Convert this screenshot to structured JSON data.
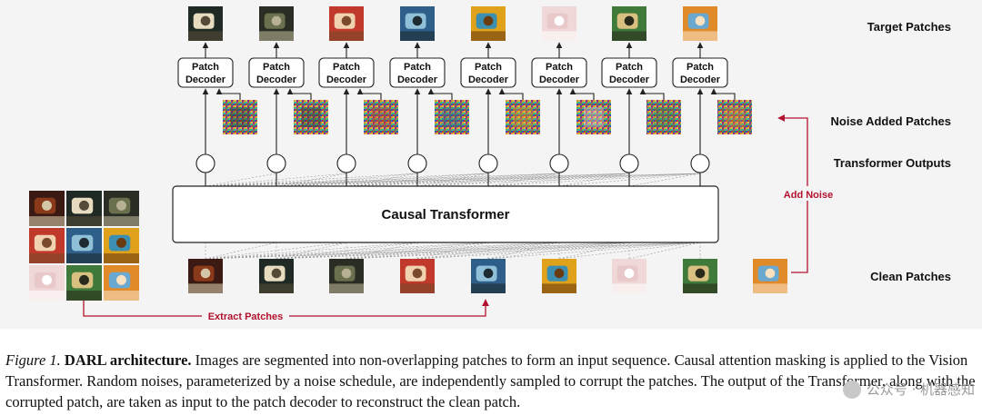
{
  "labels": {
    "target_patches": "Target Patches",
    "noise_added_patches": "Noise Added Patches",
    "transformer_outputs": "Transformer Outputs",
    "clean_patches": "Clean Patches",
    "add_noise": "Add Noise",
    "extract_patches": "Extract Patches",
    "causal_transformer": "Causal Transformer",
    "decoder_line1": "Patch",
    "decoder_line2": "Decoder"
  },
  "decoder_count": 8,
  "clean_patch_count": 9,
  "colors": {
    "accent_red": "#b3122e",
    "box_stroke": "#222222",
    "background_band": "#f2f2f2"
  },
  "clean_patches": [
    {
      "name": "flower-red",
      "colors": [
        "#3a1a12",
        "#8a3a1a",
        "#d4c7a8"
      ]
    },
    {
      "name": "dark-cream",
      "colors": [
        "#1f2a24",
        "#e8dcc0",
        "#554a38"
      ]
    },
    {
      "name": "dark-leaf",
      "colors": [
        "#2a2d24",
        "#6a6f4e",
        "#b8b094"
      ]
    },
    {
      "name": "cupcake-red",
      "colors": [
        "#c0392b",
        "#f0d2b0",
        "#7a4a2a"
      ]
    },
    {
      "name": "blue-flower",
      "colors": [
        "#2e5f8a",
        "#8fc0d8",
        "#1d2a30"
      ]
    },
    {
      "name": "sunflower",
      "colors": [
        "#e0a21a",
        "#3c8fb0",
        "#6a3a10"
      ]
    },
    {
      "name": "pale-pink",
      "colors": [
        "#f0d8d8",
        "#e8c8c8",
        "#ffffff"
      ]
    },
    {
      "name": "green-cup",
      "colors": [
        "#3f7a3a",
        "#d8c080",
        "#2a2a1c"
      ]
    },
    {
      "name": "orange-cup",
      "colors": [
        "#e08a2a",
        "#6aa8d0",
        "#f8e0c0"
      ]
    }
  ],
  "caption": {
    "figure_label": "Figure 1.",
    "title": "DARL architecture.",
    "text": "Images are segmented into non-overlapping patches to form an input sequence. Causal attention masking is applied to the Vision Transformer. Random noises, parameterized by a noise schedule, are independently sampled to corrupt the patches. The output of the Transformer, along with the corrupted patch, are taken as input to the patch decoder to reconstruct the clean patch."
  },
  "watermark": "公众号 · 机器感知"
}
